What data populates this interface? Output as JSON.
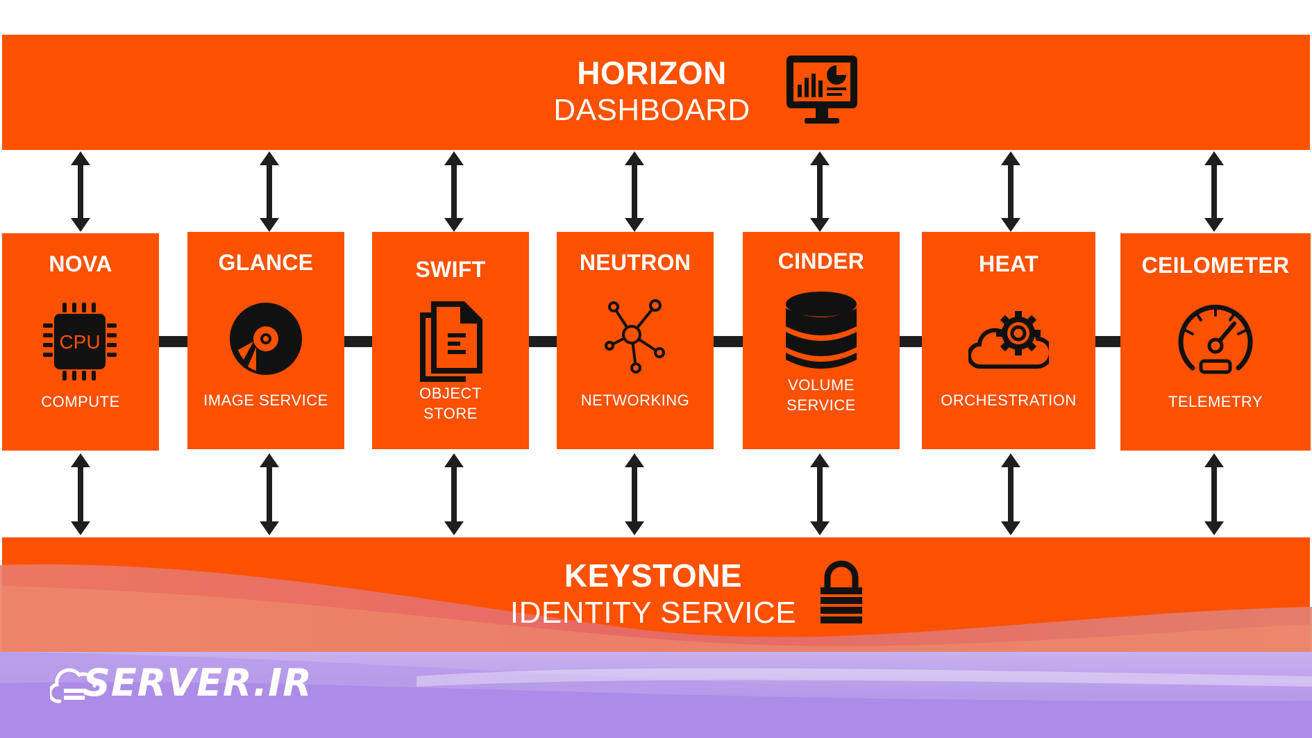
{
  "horizon": {
    "title": "HORIZON",
    "subtitle": "DASHBOARD",
    "icon": "dashboard-monitor-icon"
  },
  "keystone": {
    "title": "KEYSTONE",
    "subtitle": "IDENTITY SERVICE",
    "icon": "padlock-icon"
  },
  "services": [
    {
      "name": "NOVA",
      "desc": "COMPUTE",
      "icon": "cpu-icon",
      "icon_label": "CPU"
    },
    {
      "name": "GLANCE",
      "desc": "IMAGE SERVICE",
      "icon": "disc-icon"
    },
    {
      "name": "SWIFT",
      "desc_line1": "OBJECT",
      "desc_line2": "STORE",
      "icon": "documents-icon"
    },
    {
      "name": "NEUTRON",
      "desc": "NETWORKING",
      "icon": "network-nodes-icon"
    },
    {
      "name": "CINDER",
      "desc_line1": "VOLUME",
      "desc_line2": "SERVICE",
      "icon": "database-icon"
    },
    {
      "name": "HEAT",
      "desc": "ORCHESTRATION",
      "icon": "cloud-gear-icon"
    },
    {
      "name": "CEILOMETER",
      "desc": "TELEMETRY",
      "icon": "speedometer-icon"
    }
  ],
  "colors": {
    "orange": "#fb5100",
    "dark": "#1e1e1e",
    "white": "#ffffff",
    "purple": "#b08ee6"
  },
  "watermark": {
    "text": "SERVER.IR",
    "icon": "cloud-logo-icon"
  }
}
